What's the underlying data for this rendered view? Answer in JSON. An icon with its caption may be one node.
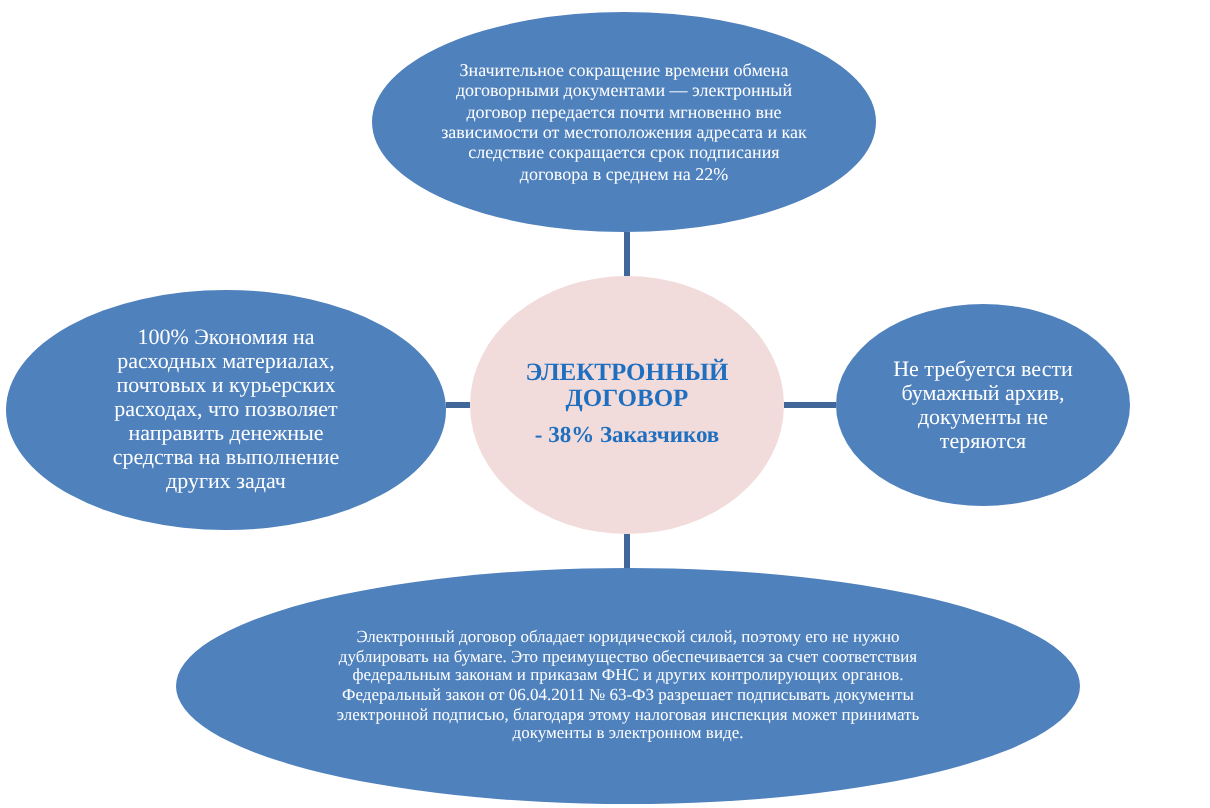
{
  "diagram": {
    "nodes": [
      {
        "text": [
          "Значительное сокращение времени обмена договорными документами — электронный договор передается почти мгновенно вне зависимости от местоположения адресата и как следствие сокращается срок подписания договора в среднем на 22%"
        ]
      },
      {
        "text": [
          "100% Экономия на расходных материалах, почтовых и курьерских расходах, что позволяет направить денежные средства на выполнение других задач"
        ]
      },
      {
        "text": [
          "ЭЛЕКТРОННЫЙ ДОГОВОР",
          "- 38% Заказчиков"
        ]
      },
      {
        "text": [
          "Не требуется вести бумажный архив, документы не теряются"
        ]
      },
      {
        "text": [
          "Электронный договор обладает юридической силой, поэтому его не нужно дублировать на бумаге. Это преимущество обеспечивается за счет соответствия федеральным законам и приказам ФНС и других контролирующих органов. Федеральный закон от 06.04.2011 № 63-ФЗ разрешает подписывать документы электронной подписью, благодаря этому налоговая инспекция может принимать документы в электронном виде."
        ]
      }
    ],
    "edges": [
      {
        "from": 2,
        "to": 0,
        "arrow": "none"
      },
      {
        "from": 2,
        "to": 1,
        "arrow": "none"
      },
      {
        "from": 2,
        "to": 3,
        "arrow": "none"
      },
      {
        "from": 2,
        "to": 4,
        "arrow": "none"
      }
    ]
  }
}
